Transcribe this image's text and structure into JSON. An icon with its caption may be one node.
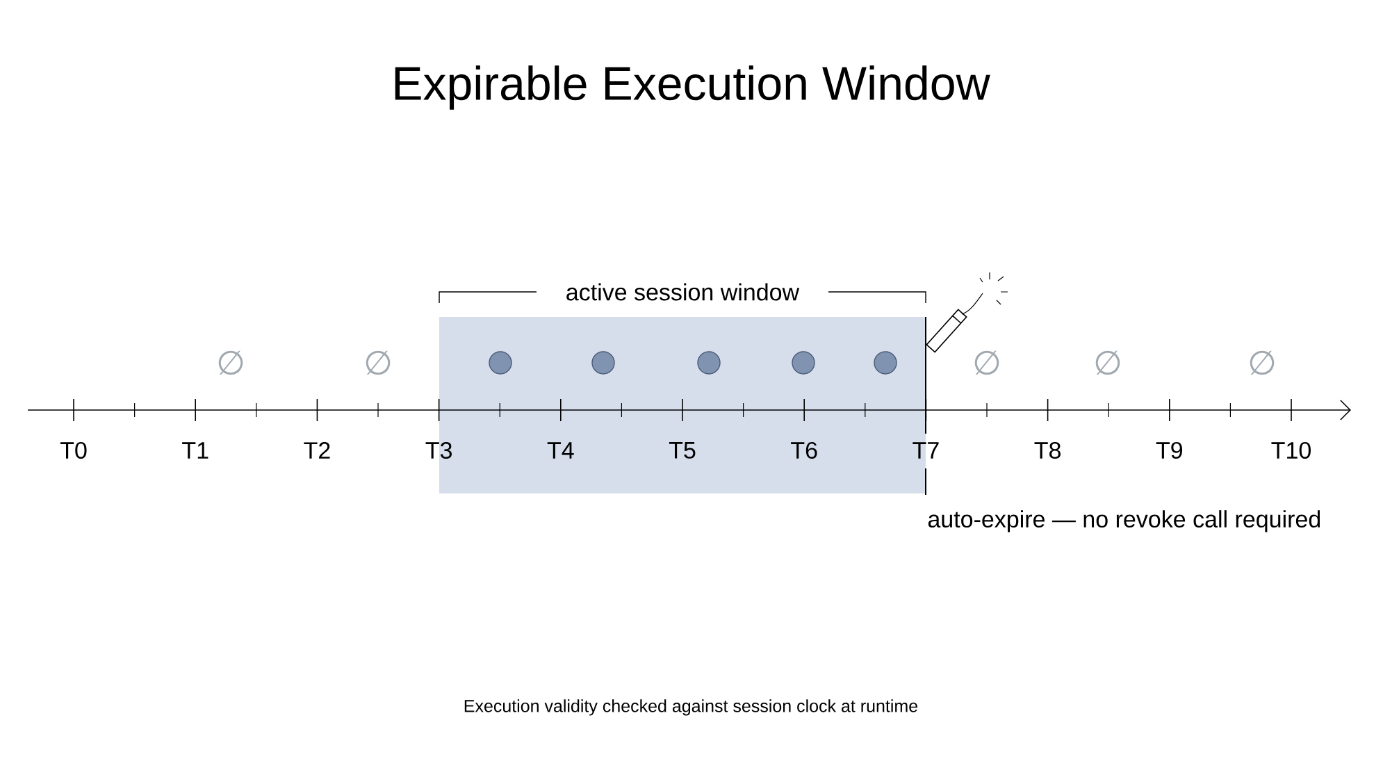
{
  "diagram": {
    "title": "Expirable Execution Window",
    "caption": "Execution validity checked against session clock at runtime",
    "labels": [
      "active session window",
      "∅",
      "∅",
      "∅",
      "∅",
      "∅",
      "T0",
      "T1",
      "T2",
      "T3",
      "T4",
      "T5",
      "T6",
      "T7",
      "T8",
      "T9",
      "T10",
      "auto-expire — no revoke call required"
    ]
  }
}
